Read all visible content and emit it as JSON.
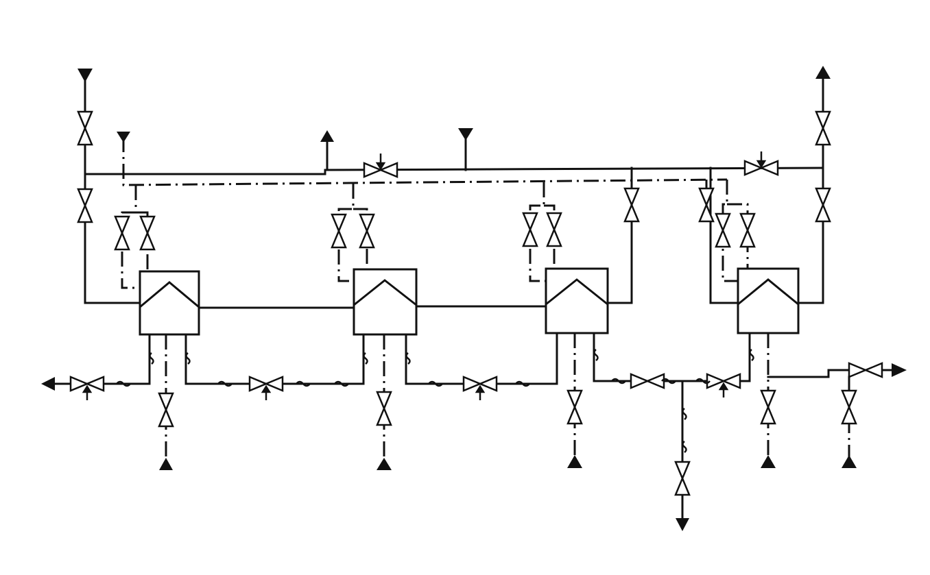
{
  "diagram": {
    "type": "process-flow-schematic",
    "line_styles": {
      "process": "solid",
      "utility": "dash-dot"
    },
    "units": {
      "heat_exchangers": 4
    },
    "colors": {
      "line": "#111111",
      "background": "#ffffff"
    },
    "icons": [
      "heat-exchanger-icon",
      "gate-valve-icon",
      "control-valve-icon",
      "flow-arrow-icon",
      "steam-trap-icon"
    ]
  }
}
